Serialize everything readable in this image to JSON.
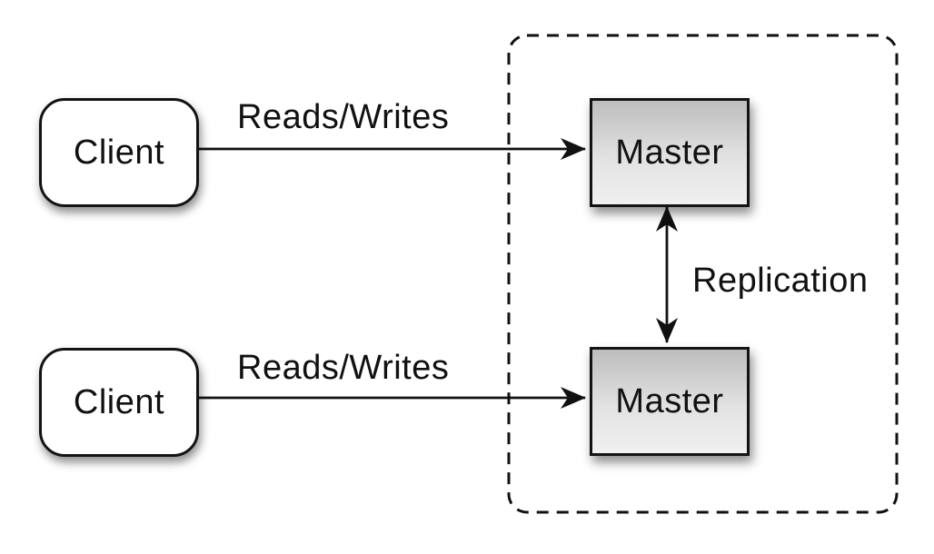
{
  "diagram": {
    "type": "architecture-diagram",
    "topic": "Master-Master replication",
    "nodes": {
      "client_top": {
        "label": "Client"
      },
      "client_bottom": {
        "label": "Client"
      },
      "master_top": {
        "label": "Master"
      },
      "master_bottom": {
        "label": "Master"
      }
    },
    "edges": {
      "reads_writes_top": {
        "label": "Reads/Writes",
        "from": "client_top",
        "to": "master_top",
        "direction": "one-way"
      },
      "reads_writes_bottom": {
        "label": "Reads/Writes",
        "from": "client_bottom",
        "to": "master_bottom",
        "direction": "one-way"
      },
      "replication": {
        "label": "Replication",
        "from": "master_top",
        "to": "master_bottom",
        "direction": "two-way"
      }
    },
    "cluster": {
      "style": "dashed-rounded-rectangle",
      "contains": [
        "master_top",
        "master_bottom"
      ]
    },
    "colors": {
      "background": "#ffffff",
      "stroke": "#111111",
      "text": "#111111",
      "client_fill": "#ffffff",
      "master_gradient_top": "#bdbdbd",
      "master_gradient_bottom": "#f0f0f0"
    }
  }
}
